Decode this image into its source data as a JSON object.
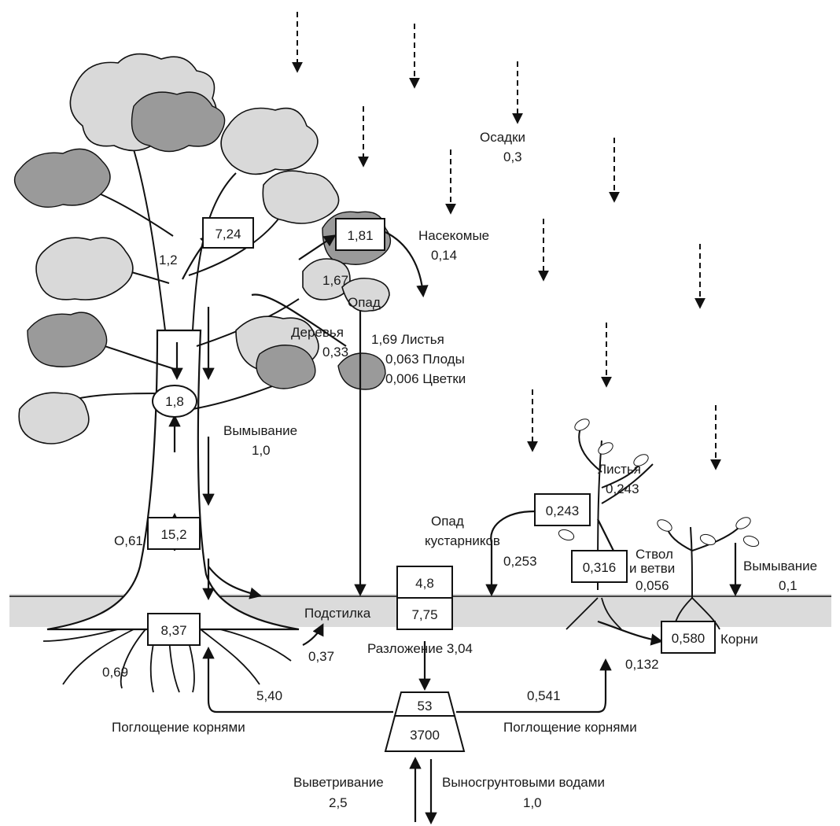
{
  "precipitation": {
    "label": "Осадки",
    "value": "0,3"
  },
  "insects": {
    "label": "Насекомые",
    "value": "0,14"
  },
  "tree": {
    "canopy_box": "7,24",
    "insect_box": "1,81",
    "central_oval": "1,8",
    "trunk_box": "15,2",
    "root_box": "8,37",
    "flow_1_2": "1,2",
    "flow_1_67": "1,67",
    "flow_0_61": "O,61",
    "flow_0_69": "0,69",
    "flow_0_37": "0,37",
    "litter_label": "Опад",
    "trees_label": "Деревья",
    "trees_value": "0,33",
    "leaching_label": "Вымывание",
    "leaching_value": "1,0"
  },
  "litterfall": {
    "leaves": "1,69 Листья",
    "fruits": "0,063 Плоды",
    "flowers": "0,006 Цветки"
  },
  "litter": {
    "top_box": "4,8",
    "bottom_box": "7,75",
    "label": "Подстилка",
    "decomposition": "Разложение 3,04"
  },
  "soil_pool": {
    "top": "53",
    "bottom": "3700",
    "uptake_left_value": "5,40",
    "uptake_left_label": "Поглощение корнями",
    "uptake_right_value": "0,541",
    "uptake_right_label": "Поглощение корнями",
    "weathering_label": "Выветривание",
    "weathering_value": "2,5",
    "groundwater_label": "Выносгрунтовыми водами",
    "groundwater_value": "1,0"
  },
  "shrub": {
    "leaves_label": "Листья",
    "leaves_value": "0,243",
    "leaves_box": "0,243",
    "stem_box": "0,316",
    "stem_label_1": "Ствол",
    "stem_label_2": "и ветви",
    "stem_value": "0,056",
    "roots_box": "0,580",
    "roots_label": "Корни",
    "roots_value": "0,132",
    "litter_label_1": "Опад",
    "litter_label_2": "кустарников",
    "litter_value": "0,253",
    "leaching_label": "Вымывание",
    "leaching_value": "0,1"
  }
}
